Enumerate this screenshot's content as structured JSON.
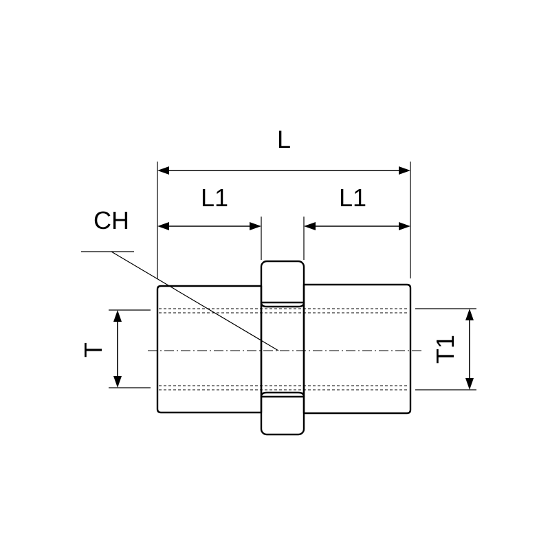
{
  "labels": {
    "overall_length": "L",
    "left_length": "L1",
    "right_length": "L1",
    "hex": "CH",
    "left_thread": "T",
    "right_thread": "T1"
  },
  "colors": {
    "line": "#000000",
    "background": "#ffffff"
  }
}
